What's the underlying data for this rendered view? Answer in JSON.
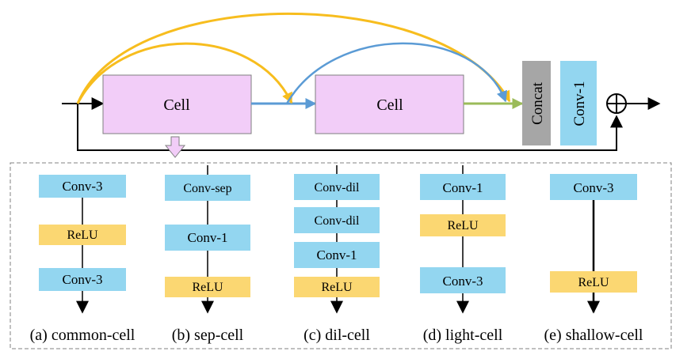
{
  "top_cells": {
    "cell1_label": "Cell",
    "cell2_label": "Cell"
  },
  "concat_label": "Concat",
  "conv1_label": "Conv-1",
  "cells": {
    "common": {
      "caption": "(a) common-cell",
      "blocks": [
        "Conv-3",
        "ReLU",
        "Conv-3"
      ]
    },
    "sep": {
      "caption": "(b) sep-cell",
      "blocks": [
        "Conv-sep",
        "Conv-1",
        "ReLU"
      ]
    },
    "dil": {
      "caption": "(c) dil-cell",
      "blocks": [
        "Conv-dil",
        "Conv-dil",
        "Conv-1",
        "ReLU"
      ]
    },
    "light": {
      "caption": "(d) light-cell",
      "blocks": [
        "Conv-1",
        "ReLU",
        "Conv-3"
      ]
    },
    "shallow": {
      "caption": "(e) shallow-cell",
      "blocks": [
        "Conv-3",
        "ReLU"
      ]
    }
  },
  "colors": {
    "cell_fill": "#f2cdf8",
    "conv_fill": "#93d6f0",
    "relu_fill": "#fbd772",
    "concat_fill": "#a6a6a6",
    "yellow_arrow": "#f7bd1e",
    "blue_arrow": "#5b9bd5",
    "green_arrow": "#9bbb59"
  }
}
